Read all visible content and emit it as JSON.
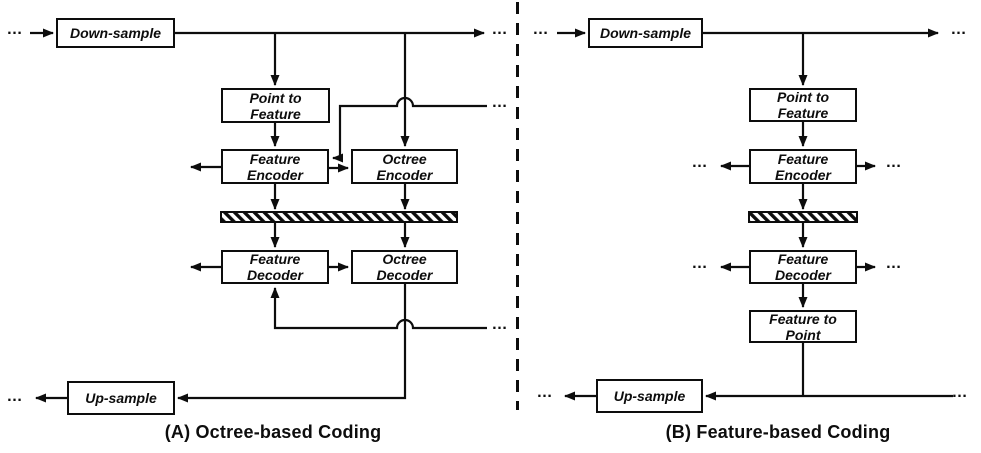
{
  "ink_color": "#111111",
  "background_color": "#ffffff",
  "ellipsis": "…",
  "diagram_a": {
    "caption": "(A) Octree-based Coding",
    "boxes": {
      "down_sample": "Down-sample",
      "point_to_feature": "Point to Feature",
      "feature_encoder": "Feature Encoder",
      "octree_encoder": "Octree Encoder",
      "feature_decoder": "Feature Decoder",
      "octree_decoder": "Octree Decoder",
      "up_sample": "Up-sample"
    },
    "bitstream_bar": "hatched-bitstream-bar"
  },
  "diagram_b": {
    "caption": "(B) Feature-based Coding",
    "boxes": {
      "down_sample": "Down-sample",
      "point_to_feature": "Point to Feature",
      "feature_encoder": "Feature Encoder",
      "feature_decoder": "Feature Decoder",
      "feature_to_point": "Feature to Point",
      "up_sample": "Up-sample"
    },
    "bitstream_bar": "hatched-bitstream-bar"
  }
}
